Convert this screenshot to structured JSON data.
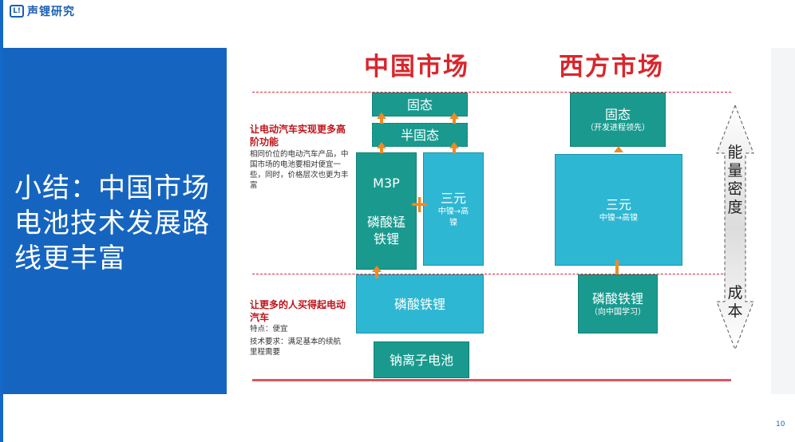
{
  "logo": {
    "mark": "L!",
    "text": "声锂研究"
  },
  "panel": {
    "title": "小结：中国市场电池技术发展路线更丰富"
  },
  "markets": {
    "china": "中国市场",
    "west": "西方市场"
  },
  "china": {
    "solid_state": "固态",
    "semi_solid": "半固态",
    "m3p": "M3P",
    "lmfp": "磷酸锰\n铁锂",
    "ternary": "三元",
    "ternary_sub": "中镍→高\n镍",
    "lfp": "磷酸铁锂",
    "sodium": "钠离子电池",
    "plus": "+"
  },
  "west": {
    "solid_state": "固态",
    "solid_state_sub": "（开发进程领先）",
    "ternary": "三元",
    "ternary_sub": "中镍→高镍",
    "lfp": "磷酸铁锂",
    "lfp_sub": "（向中国学习）"
  },
  "side": {
    "upper_title": "让电动汽车实现更多高阶功能",
    "upper_text": "相同价位的电动汽车产品，中国市场的电池要相对便宜一些，同时，价格层次也更为丰富",
    "lower_title": "让更多的人买得起电动汽车",
    "lower_feature": "特点：便宜",
    "lower_req": "技术要求：满足基本的续航里程需要"
  },
  "axis": {
    "top": "能量密度",
    "bottom": "成本"
  },
  "colors": {
    "title_red": "#d9262c",
    "panel_blue": "#1565c0",
    "teal": "#1a9a8f",
    "cyan": "#2eb7d3",
    "arrow_orange": "#f08a24"
  },
  "page_number": "10"
}
